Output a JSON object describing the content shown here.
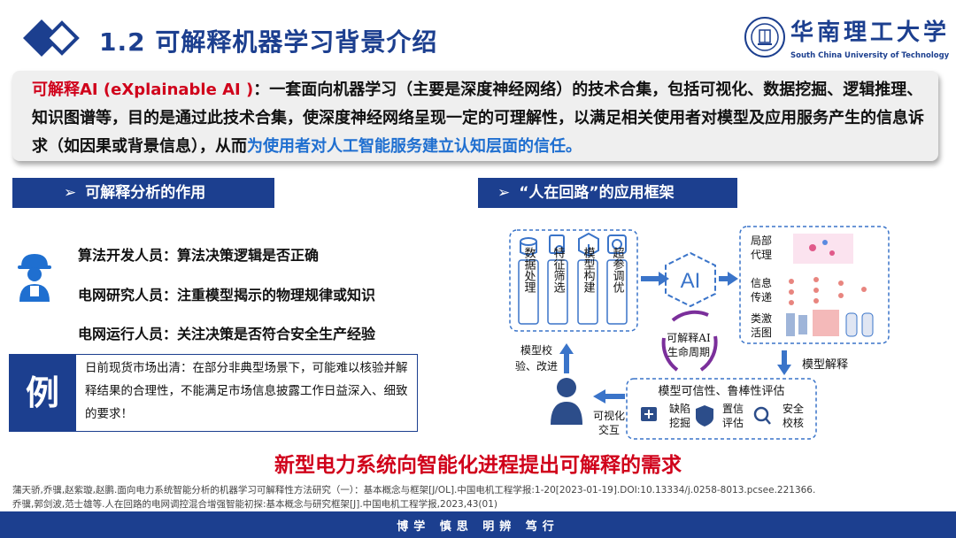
{
  "header": {
    "title": "1.2 可解释机器学习背景介绍",
    "university_cn": "华南理工大学",
    "university_en": "South China University of Technology"
  },
  "definition": {
    "term": "可解释AI (eXplainable AI )",
    "colon": "：",
    "body": "一套面向机器学习（主要是深度神经网络）的技术合集，包括可视化、数据挖掘、逻辑推理、知识图谱等，目的是通过此技术合集，使深度神经网络呈现一定的可理解性，以满足相关使用者对模型及应用服务产生的信息诉求（如因果或背景信息），从而",
    "highlight": "为使用者对人工智能服务建立认知层面的信任。"
  },
  "left_section": {
    "header": "可解释分析的作用",
    "roles": [
      "算法开发人员：算法决策逻辑是否正确",
      "电网研究人员：注重模型揭示的物理规律或知识",
      "电网运行人员：关注决策是否符合安全生产经验"
    ],
    "example_label": "例",
    "example_text": "日前现货市场出清：在部分非典型场景下，可能难以核验并解释结果的合理性，不能满足市场信息披露工作日益深入、细致的要求！"
  },
  "right_section": {
    "header": "“人在回路”的应用框架",
    "steps": [
      "数据处理",
      "特征筛选",
      "模型构建",
      "超参调优"
    ],
    "ai_label": "AI",
    "lifecycle": [
      "可解释AI",
      "生命周期"
    ],
    "methods": [
      [
        "局部",
        "代理"
      ],
      [
        "信息",
        "传递"
      ],
      [
        "类激",
        "活图"
      ]
    ],
    "model_explain": "模型解释",
    "eval_title": "模型可信性、鲁棒性评估",
    "evals": [
      [
        "缺陷",
        "挖掘"
      ],
      [
        "置信",
        "评估"
      ],
      [
        "安全",
        "校核"
      ]
    ],
    "visual_interaction": [
      "可视化",
      "交互"
    ],
    "model_adjust": [
      "模型校",
      "验、改进"
    ]
  },
  "slogan": "新型电力系统向智能化进程提出可解释的需求",
  "references": [
    "蒲天骄,乔骥,赵紫璇,赵鹏.面向电力系统智能分析的机器学习可解释性方法研究（一）：基本概念与框架[J/OL].中国电机工程学报:1-20[2023-01-19].DOI:10.13334/j.0258-8013.pcsee.221366.",
    "乔骥,郭剑波,范士雄等.人在回路的电网调控混合增强智能初探:基本概念与研究框架[J].中国电机工程学报,2023,43(01)"
  ],
  "footer_motto": "博学 慎思 明辨 笃行",
  "colors": {
    "primary": "#1c3f8f",
    "accent_red": "#d0021b",
    "accent_blue": "#1f6fd0",
    "diagram_blue": "#3a74c9"
  },
  "icons": [
    "double-diamond-icon",
    "university-seal-icon",
    "worker-icon",
    "chevron-right-icon",
    "database-icon",
    "search-doc-icon",
    "cube-icon",
    "settings-icon",
    "user-icon",
    "first-aid-icon",
    "shield-icon",
    "magnifier-icon"
  ]
}
